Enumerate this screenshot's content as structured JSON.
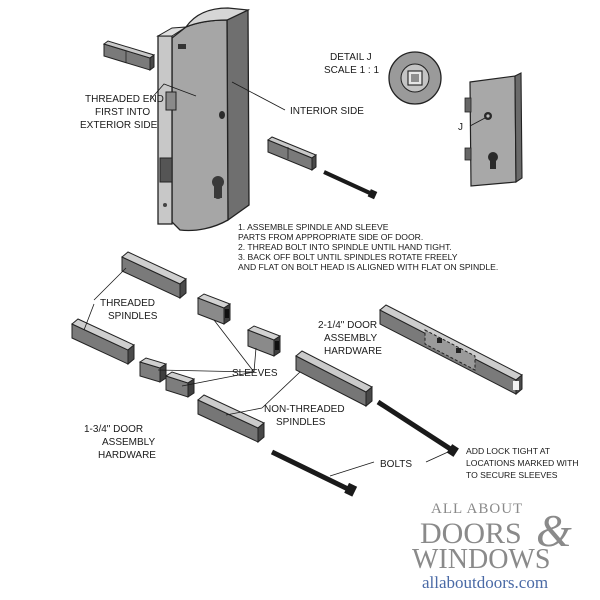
{
  "detail": {
    "title": "DETAIL J",
    "scale": "SCALE 1 : 1",
    "marker": "J"
  },
  "labels": {
    "threaded_end": [
      "THREADED END",
      "FIRST INTO",
      "EXTERIOR SIDE"
    ],
    "interior_side": "INTERIOR SIDE",
    "threaded_spindles": [
      "THREADED",
      "SPINDLES"
    ],
    "sleeves": "SLEEVES",
    "non_threaded_spindles": [
      "NON-THREADED",
      "SPINDLES"
    ],
    "bolts": "BOLTS",
    "door_134": [
      "1-3/4\" DOOR",
      "ASSEMBLY",
      "HARDWARE"
    ],
    "door_214": [
      "2-1/4\" DOOR",
      "ASSEMBLY",
      "HARDWARE"
    ],
    "lock_tight": [
      "ADD LOCK TIGHT AT",
      "LOCATIONS MARKED WITH",
      "TO SECURE SLEEVES"
    ]
  },
  "instructions": [
    "1. ASSEMBLE SPINDLE AND SLEEVE",
    "PARTS FROM APPROPRIATE SIDE OF DOOR.",
    "2. THREAD BOLT INTO SPINDLE UNTIL HAND TIGHT.",
    "3. BACK OFF BOLT UNTIL SPINDLES ROTATE FREELY",
    "AND FLAT ON BOLT HEAD IS ALIGNED WITH FLAT ON SPINDLE."
  ],
  "brand": {
    "line1": "ALL ABOUT",
    "line2": "DOORS",
    "ampersand": "&",
    "line3": "WINDOWS",
    "url": "allaboutdoors.com",
    "colors": {
      "gray": "#8a8a8a",
      "url_blue": "#4a6aa6"
    }
  }
}
